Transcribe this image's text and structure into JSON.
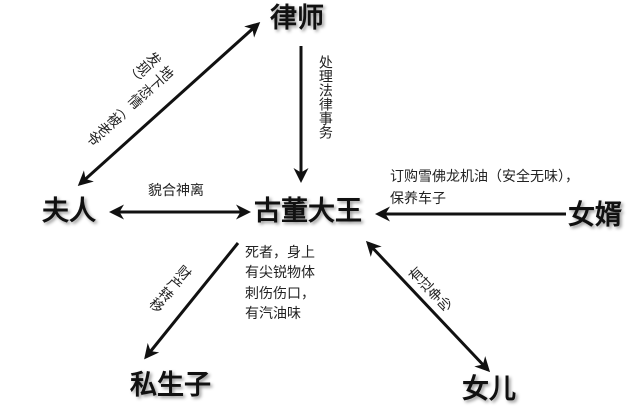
{
  "nodes": {
    "lawyer": "律师",
    "wife": "夫人",
    "king": "古董大王",
    "soninlaw": "女婿",
    "illegitimate": "私生子",
    "daughter": "女儿"
  },
  "edges": {
    "wife_lawyer": "地下恋情（被老爷发现）",
    "lawyer_king": "处理法律事务",
    "wife_king": "貌合神离",
    "soninlaw_king": "订购雪佛龙机油（安全无味），保养车子",
    "king_illegitimate": "财产转移",
    "king_daughter": "有过争吵"
  },
  "death_note": [
    "死者，身上",
    "有尖锐物体",
    "刺伤伤口，",
    "有汽油味"
  ]
}
